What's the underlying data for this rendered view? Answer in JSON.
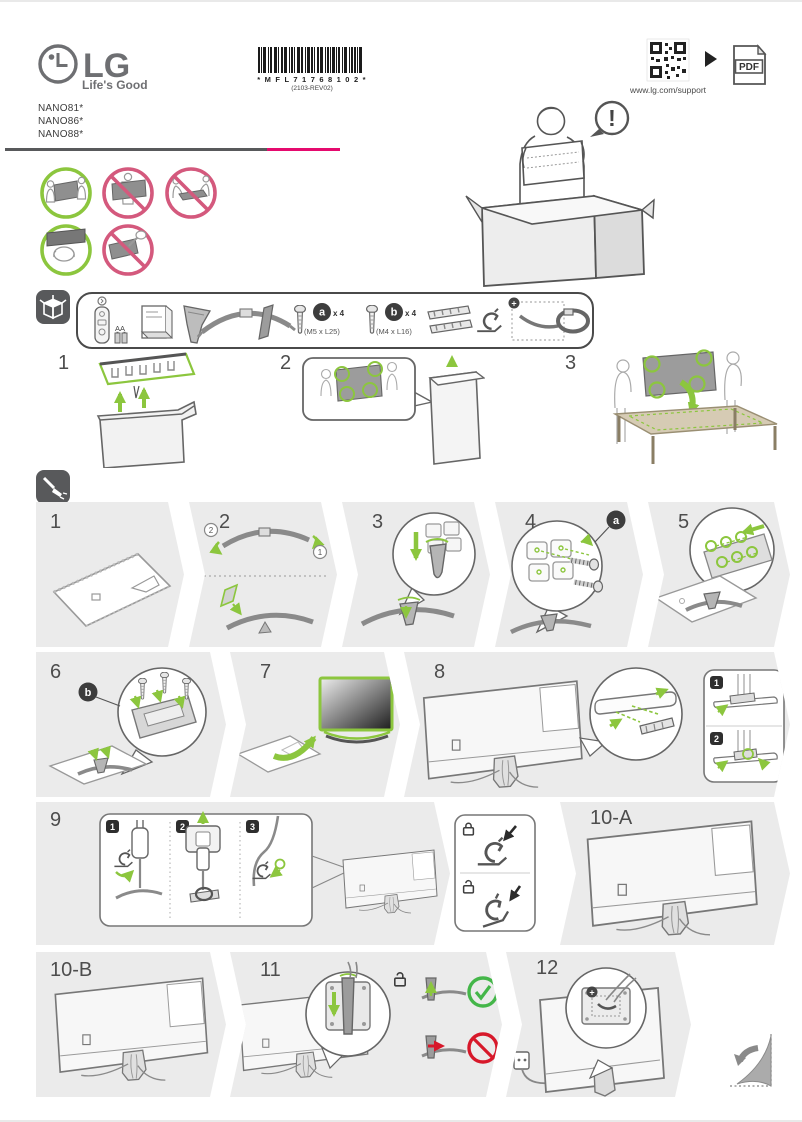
{
  "header": {
    "logo_text": "LG",
    "tagline": "Life's Good",
    "barcode_text": "* M F L 7 1 7 6 8 1 0 2 *",
    "barcode_rev": "(2103-REV02)",
    "support_url": "www.lg.com/support",
    "pdf_label": "PDF",
    "models": [
      "NANO81*",
      "NANO86*",
      "NANO88*"
    ]
  },
  "parts": {
    "battery_label": "AA",
    "screw_a": {
      "badge": "a",
      "qty": "x 4",
      "size": "(M5 x L25)"
    },
    "screw_b": {
      "badge": "b",
      "qty": "x 4",
      "size": "(M4 x L16)"
    },
    "plus_mark": "+"
  },
  "unbox": {
    "alert": "!",
    "step1": "1",
    "step2": "2",
    "step3": "3"
  },
  "assembly": {
    "step1": "1",
    "step2": "2",
    "step3": "3",
    "step4": "4",
    "step5": "5",
    "step6": "6",
    "step7": "7",
    "step8": "8",
    "step9": "9",
    "step10a": "10-A",
    "step10b": "10-B",
    "step11": "11",
    "step12": "12",
    "screw_badge_a": "a",
    "screw_badge_b": "b",
    "order_1": "1",
    "order_2": "2",
    "sub1": "1",
    "sub2": "2",
    "sub3": "3",
    "plus_mark": "+"
  },
  "colors": {
    "accent_green": "#8CC63E",
    "warn_pink": "#D4597D",
    "ok_green": "#44B649",
    "no_red": "#D7182A",
    "brand_gray": "#58595B",
    "line_pink": "#E50A6E",
    "panel_gray": "#EBEBEB"
  }
}
